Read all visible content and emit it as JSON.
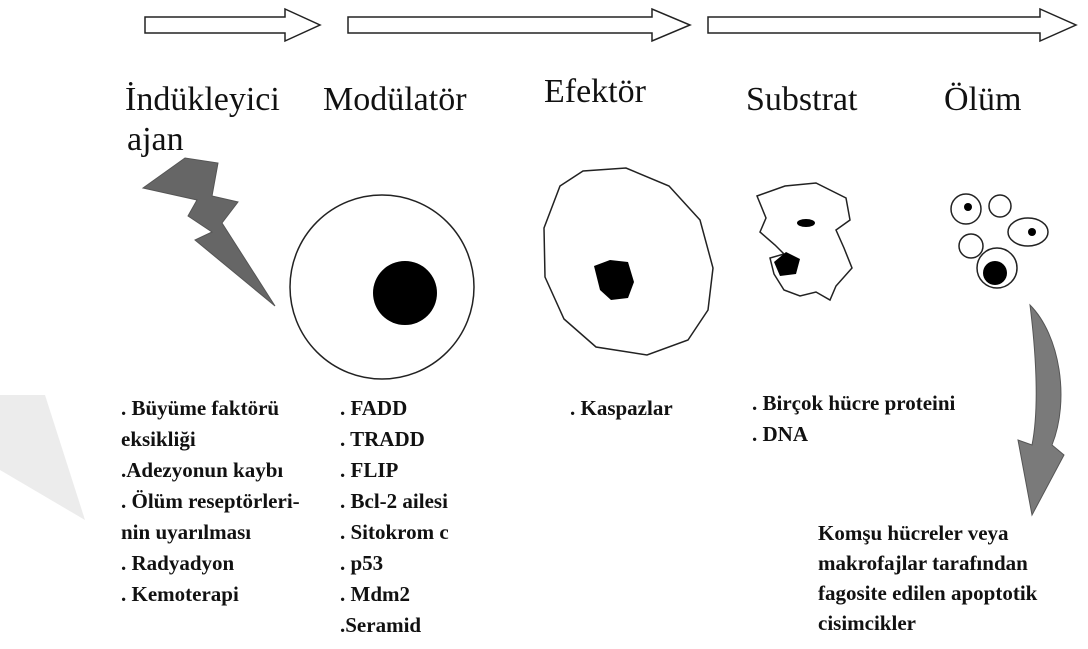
{
  "headings": {
    "inducer": "İndükleyici",
    "inducer_line2": "ajan",
    "modulator": "Modülatör",
    "effector": "Efektör",
    "substrate": "Substrat",
    "death": "Ölüm"
  },
  "lists": {
    "inducer_items": [
      ". Büyüme faktörü",
      "eksikliği",
      ".Adezyonun kaybı",
      ". Ölüm reseptörleri-",
      "nin uyarılması",
      ". Radyadyon",
      ". Kemoterapi"
    ],
    "modulator_items": [
      ". FADD",
      ". TRADD",
      ". FLIP",
      ". Bcl-2 ailesi",
      ". Sitokrom c",
      ". p53",
      ". Mdm2",
      ".Seramid"
    ],
    "effector_items": [
      ". Kaspazlar"
    ],
    "substrate_items": [
      ". Birçok hücre proteini",
      ". DNA"
    ]
  },
  "caption": [
    "Komşu hücreler veya",
    "makrofajlar tarafından",
    "fagosite edilen apoptotik",
    "cisimcikler"
  ],
  "colors": {
    "ink": "#111111",
    "bolt": "#666666",
    "curved_arrow": "#7a7a7a",
    "watermark": "#ececec"
  }
}
